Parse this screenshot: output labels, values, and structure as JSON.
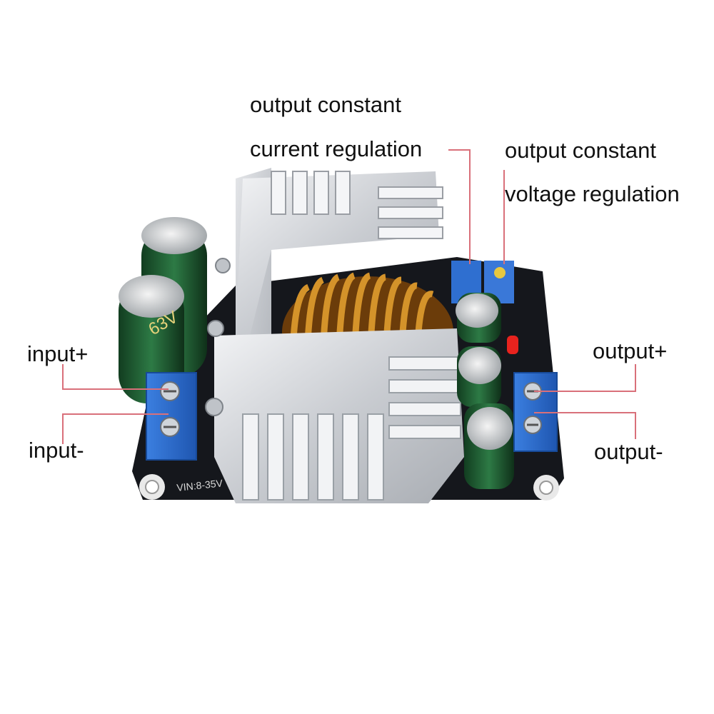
{
  "labels": {
    "current_line1": "output constant",
    "current_line2": "current regulation",
    "voltage_line1": "output constant",
    "voltage_line2": "voltage regulation",
    "input_plus": "input+",
    "input_minus": "input-",
    "output_plus": "output+",
    "output_minus": "output-"
  },
  "board_silkscreen": "VIN:8-35V",
  "colors": {
    "leader_line": "#d9707a",
    "pcb": "#15171c",
    "heatsink": "#d4d6da",
    "terminal": "#2f6fd0",
    "capacitor": "#1f5a30",
    "coil": "#c9861e"
  },
  "icons": [
    "screw-terminal-icon",
    "capacitor-icon",
    "inductor-coil-icon",
    "heatsink-icon",
    "potentiometer-icon",
    "led-icon"
  ]
}
